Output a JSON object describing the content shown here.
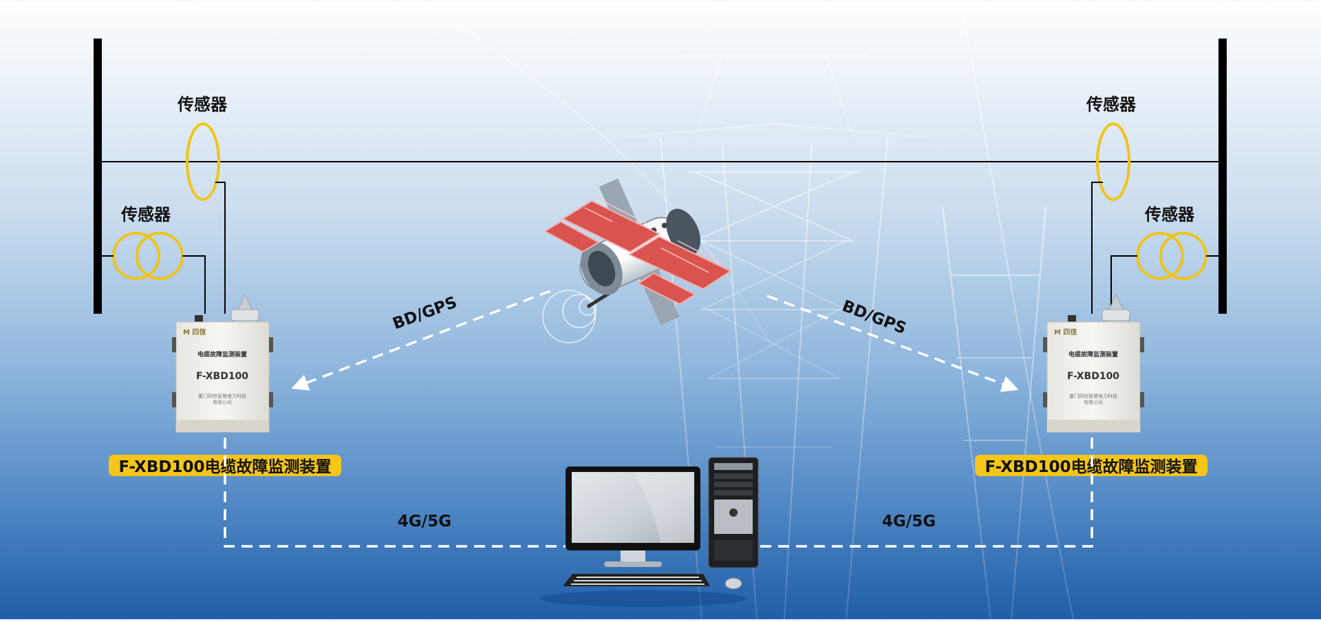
{
  "labels": {
    "sensor_left_top": "传感器",
    "sensor_left_mid": "传感器",
    "sensor_right_top": "传感器",
    "sensor_right_mid": "传感器",
    "link_left_sat": "BD/GPS",
    "link_right_sat": "BD/GPS",
    "link_left_net": "4G/5G",
    "link_right_net": "4G/5G",
    "device_left_caption": "F-XBD100电缆故障监测装置",
    "device_right_caption": "F-XBD100电缆故障监测装置"
  },
  "device_panel": {
    "brand": "M 四信",
    "title": "电缆故障监测装置",
    "model": "F-XBD100",
    "company_line1": "厦门四信智慧电力科技",
    "company_line2": "有限公司"
  },
  "colors": {
    "sensor_ring": "#f0c419",
    "caption_bg": "#f5c518",
    "line": "#000000",
    "dashed_link": "#ffffff",
    "panel_red": "#d9534f"
  }
}
